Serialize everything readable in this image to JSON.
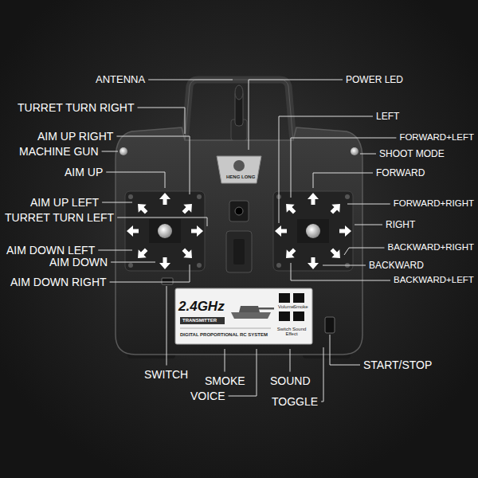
{
  "diagram": {
    "labels": [
      "ANTENNA",
      "POWER LED",
      "TURRET TURN RIGHT",
      "LEFT",
      "AIM UP RIGHT",
      "FORWARD+LEFT",
      "MACHINE GUN",
      "SHOOT MODE",
      "AIM UP",
      "FORWARD",
      "AIM UP LEFT",
      "FORWARD+RIGHT",
      "TURRET TURN LEFT",
      "RIGHT",
      "AIM DOWN LEFT",
      "BACKWARD+RIGHT",
      "AIM DOWN",
      "BACKWARD",
      "AIM DOWN RIGHT",
      "BACKWARD+LEFT",
      "HENG LONG",
      "2.4GHz",
      "TRANSMITTER",
      "Volume",
      "Smoke",
      "Switch Sound Effect",
      "DIGITAL PROPORTIONAL RC SYSTEM",
      "START/STOP",
      "SWITCH",
      "SMOKE",
      "SOUND",
      "VOICE",
      "TOGGLE"
    ]
  }
}
